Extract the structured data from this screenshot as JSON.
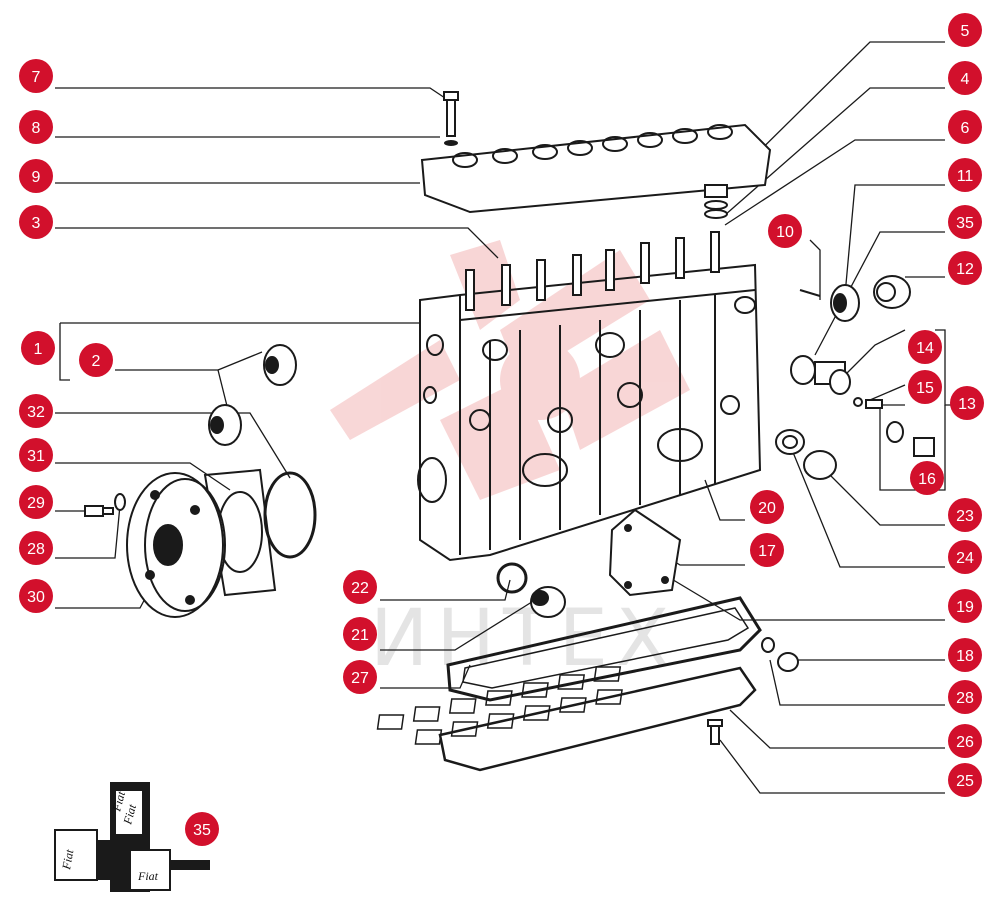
{
  "diagram": {
    "callouts": [
      {
        "id": "c7",
        "label": "7"
      },
      {
        "id": "c8",
        "label": "8"
      },
      {
        "id": "c9",
        "label": "9"
      },
      {
        "id": "c3",
        "label": "3"
      },
      {
        "id": "c1",
        "label": "1"
      },
      {
        "id": "c2",
        "label": "2"
      },
      {
        "id": "c32",
        "label": "32"
      },
      {
        "id": "c31",
        "label": "31"
      },
      {
        "id": "c29",
        "label": "29"
      },
      {
        "id": "c28a",
        "label": "28"
      },
      {
        "id": "c30",
        "label": "30"
      },
      {
        "id": "c5",
        "label": "5"
      },
      {
        "id": "c4",
        "label": "4"
      },
      {
        "id": "c6",
        "label": "6"
      },
      {
        "id": "c11",
        "label": "11"
      },
      {
        "id": "c10",
        "label": "10"
      },
      {
        "id": "c35a",
        "label": "35"
      },
      {
        "id": "c12",
        "label": "12"
      },
      {
        "id": "c14",
        "label": "14"
      },
      {
        "id": "c15",
        "label": "15"
      },
      {
        "id": "c13",
        "label": "13"
      },
      {
        "id": "c16",
        "label": "16"
      },
      {
        "id": "c23",
        "label": "23"
      },
      {
        "id": "c20",
        "label": "20"
      },
      {
        "id": "c17",
        "label": "17"
      },
      {
        "id": "c24",
        "label": "24"
      },
      {
        "id": "c22",
        "label": "22"
      },
      {
        "id": "c19",
        "label": "19"
      },
      {
        "id": "c21",
        "label": "21"
      },
      {
        "id": "c27",
        "label": "27"
      },
      {
        "id": "c18",
        "label": "18"
      },
      {
        "id": "c28b",
        "label": "28"
      },
      {
        "id": "c26",
        "label": "26"
      },
      {
        "id": "c25",
        "label": "25"
      },
      {
        "id": "c35b",
        "label": "35"
      }
    ],
    "watermark": "ИНТЕХ",
    "stamp_labels": [
      "Fiat",
      "Fiat",
      "Fiat",
      "Fiat"
    ],
    "colors": {
      "callout": "#d2102c",
      "line": "#1a1a1a",
      "watermark_logo": "#f3b6b6"
    }
  }
}
